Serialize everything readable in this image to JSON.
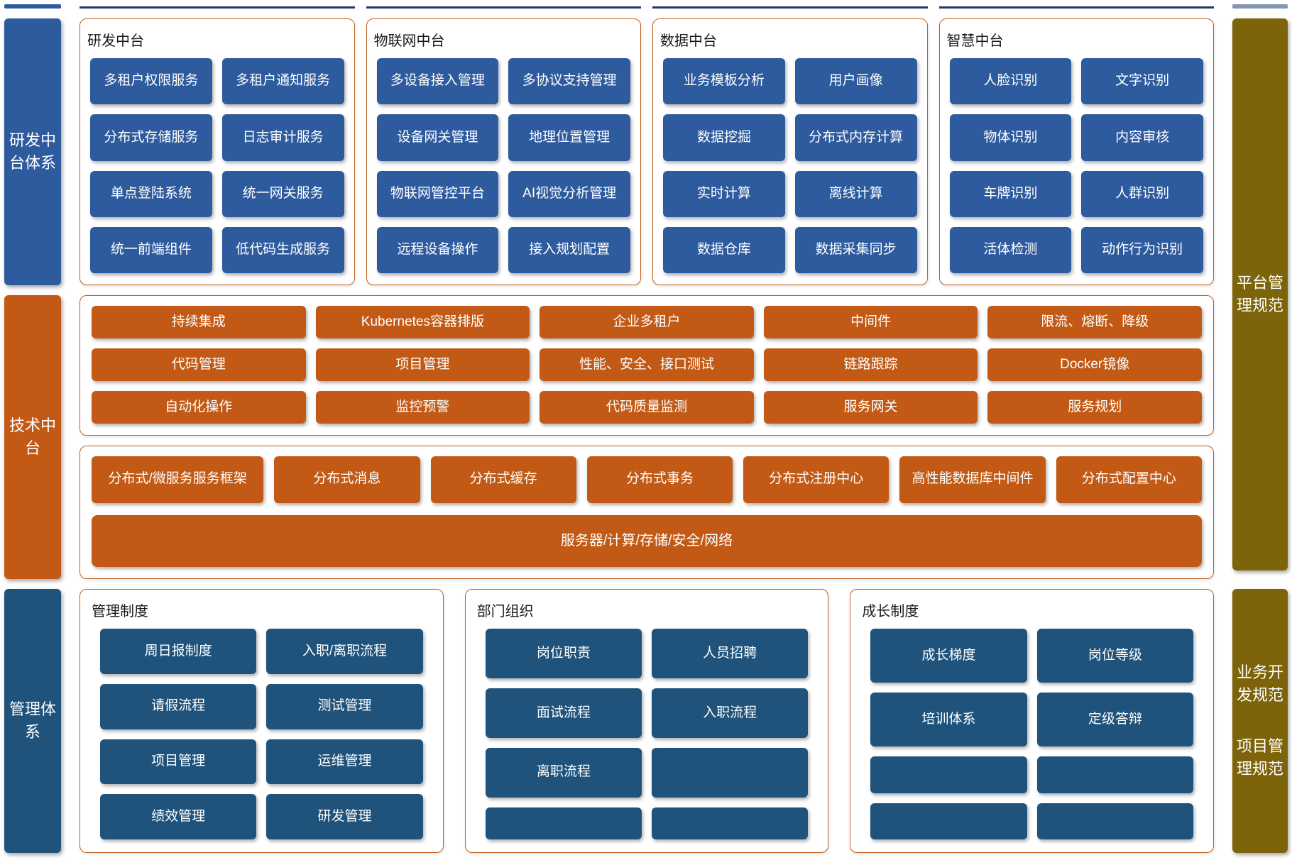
{
  "colors": {
    "blue": "#2E5B9E",
    "navy": "#1F537B",
    "orange": "#C25A16",
    "olive": "#7D640A",
    "group_border": "#C2601F",
    "strip_line": "#1F3864"
  },
  "left_sidebar": {
    "items": [
      {
        "label": "研发中台体系"
      },
      {
        "label": "技术中台"
      },
      {
        "label": "管理体系"
      }
    ]
  },
  "right_sidebar": {
    "top": {
      "labels": [
        "平台管理规范"
      ]
    },
    "bottom": {
      "labels": [
        "业务开发规范",
        "项目管理规范"
      ]
    }
  },
  "top_groups": [
    {
      "title": "研发中台",
      "items": [
        "多租户权限服务",
        "多租户通知服务",
        "分布式存储服务",
        "日志审计服务",
        "单点登陆系统",
        "统一网关服务",
        "统一前端组件",
        "低代码生成服务"
      ]
    },
    {
      "title": "物联网中台",
      "items": [
        "多设备接入管理",
        "多协议支持管理",
        "设备网关管理",
        "地理位置管理",
        "物联网管控平台",
        "AI视觉分析管理",
        "远程设备操作",
        "接入规划配置"
      ]
    },
    {
      "title": "数据中台",
      "items": [
        "业务模板分析",
        "用户画像",
        "数据挖掘",
        "分布式内存计算",
        "实时计算",
        "离线计算",
        "数据仓库",
        "数据采集同步"
      ]
    },
    {
      "title": "智慧中台",
      "items": [
        "人脸识别",
        "文字识别",
        "物体识别",
        "内容审核",
        "车牌识别",
        "人群识别",
        "活体检测",
        "动作行为识别"
      ]
    }
  ],
  "tech_platform": {
    "box1_rows": [
      [
        "持续集成",
        "Kubernetes容器排版",
        "企业多租户",
        "中间件",
        "限流、熔断、降级"
      ],
      [
        "代码管理",
        "项目管理",
        "性能、安全、接口测试",
        "链路跟踪",
        "Docker镜像"
      ],
      [
        "自动化操作",
        "监控预警",
        "代码质量监测",
        "服务网关",
        "服务规划"
      ]
    ],
    "box2_items": [
      "分布式/微服务服务框架",
      "分布式消息",
      "分布式缓存",
      "分布式事务",
      "分布式注册中心",
      "高性能数据库中间件",
      "分布式配置中心"
    ],
    "box2_bar": "服务器/计算/存储/安全/网络"
  },
  "bottom_groups": [
    {
      "title": "管理制度",
      "items": [
        "周日报制度",
        "入职/离职流程",
        "请假流程",
        "测试管理",
        "项目管理",
        "运维管理",
        "绩效管理",
        "研发管理"
      ]
    },
    {
      "title": "部门组织",
      "items": [
        "岗位职责",
        "人员招聘",
        "面试流程",
        "入职流程",
        "离职流程",
        "",
        "",
        ""
      ]
    },
    {
      "title": "成长制度",
      "items": [
        "成长梯度",
        "岗位等级",
        "培训体系",
        "定级答辩",
        "",
        "",
        "",
        ""
      ]
    }
  ]
}
